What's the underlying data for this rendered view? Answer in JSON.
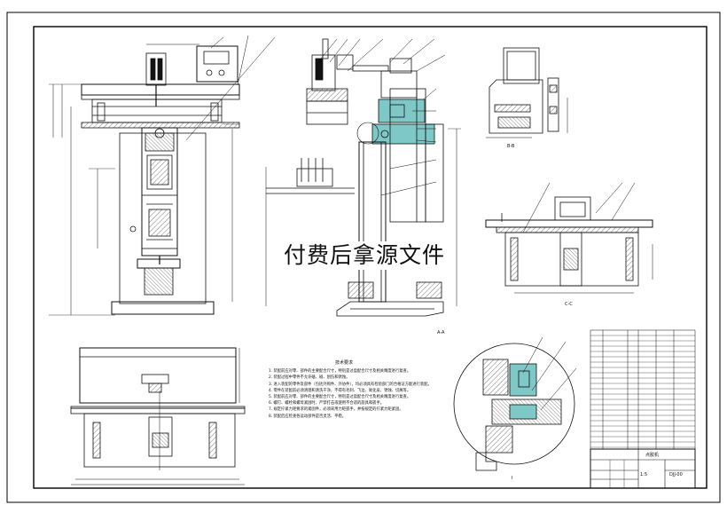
{
  "watermark": "付费后拿源文件",
  "notes": {
    "title": "技术要求",
    "lines": [
      "1. 装配前应对零、部件的主要配合尺寸，特别是过盈配合尺寸及相关精度进行复查。",
      "2. 装配过程中零件不允许磕、碰、划伤和锈蚀。",
      "3. 进入装配的零件及部件（包括外购件、外协件），均必须具有检验部门的合格证方能进行装配。",
      "4. 零件在装配前必须清理和清洗干净，不得有毛刺、飞边、氧化皮、锈蚀、切屑等。",
      "5. 装配前应对零、部件的主要配合尺寸，特别是过盈配合尺寸及相关精度进行复查。",
      "6. 螺钉、螺栓和螺母紧固时，严禁打击或使用不合适的旋具和扳手。",
      "7. 规定拧紧力矩要求的紧固件，必须采用力矩扳手，并按规定的拧紧力矩紧固。",
      "8. 装配后应检查各运动部件是否灵活、平稳。"
    ]
  },
  "view_labels": {
    "top_right": "B-B",
    "middle_right": "C-C",
    "center_bottom": "A-A",
    "circle_bottom": "I"
  },
  "title_block": {
    "name": "点胶机",
    "code": "DJJ-00",
    "scale": "1:5"
  }
}
